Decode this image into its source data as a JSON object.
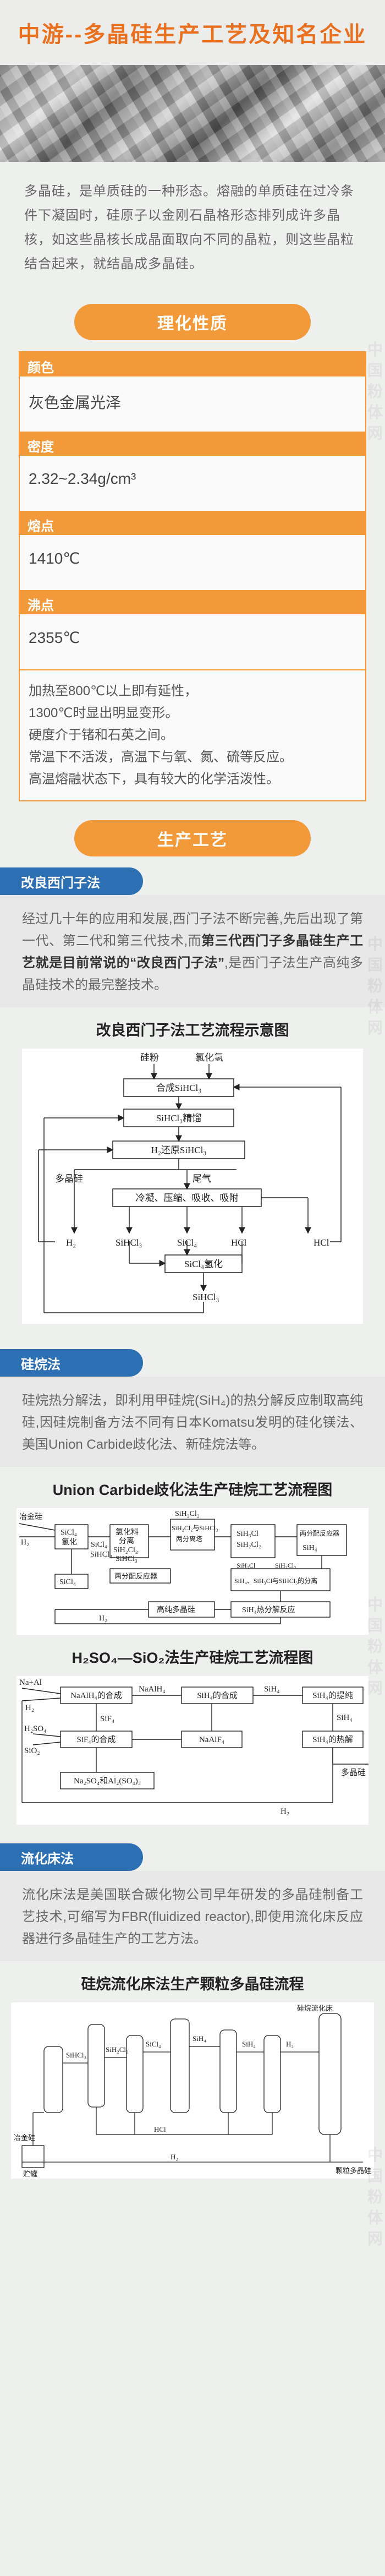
{
  "header": {
    "title": "中游--多晶硅生产工艺及知名企业"
  },
  "intro": {
    "text": "多晶硅，是单质硅的一种形态。熔融的单质硅在过冷条件下凝固时，硅原子以金刚石晶格形态排列成许多晶核，如这些晶核长成晶面取向不同的晶粒，则这些晶粒结合起来，就结晶成多晶硅。"
  },
  "props_section": {
    "title": "理化性质",
    "items": [
      {
        "label": "颜色",
        "value": "灰色金属光泽"
      },
      {
        "label": "密度",
        "value": "2.32~2.34g/cm³"
      },
      {
        "label": "熔点",
        "value": "1410℃"
      },
      {
        "label": "沸点",
        "value": "2355℃"
      }
    ],
    "note_lines": [
      "加热至800℃以上即有延性，",
      "1300℃时显出明显变形。",
      "硬度介于锗和石英之间。",
      "常温下不活泼，高温下与氧、氮、硫等反应。",
      "高温熔融状态下，具有较大的化学活泼性。"
    ]
  },
  "process_section": {
    "title": "生产工艺"
  },
  "siemens": {
    "tag": "改良西门子法",
    "text_1": "经过几十年的应用和发展,西门子法不断完善,先后出现了第一代、第二代和第三代技术,而",
    "text_bold": "第三代西门子多晶硅生产工艺就是目前常说的“改良西门子法”",
    "text_2": ",是西门子法生产高纯多晶硅技术的最完整技术。",
    "diagram_title": "改良西门子法工艺流程示意图",
    "d_labels": {
      "silicon_powder": "硅粉",
      "hcl": "氯化氢",
      "synth": "合成SiHCl₃",
      "rect": "SiHCl₃精馏",
      "h2red": "H₂还原SiHCl₃",
      "poly": "多晶硅",
      "tail": "尾气",
      "recover": "冷凝、压缩、吸收、吸附",
      "h2": "H₂",
      "sihcl3": "SiHCl₃",
      "sicl4": "SiCl₄",
      "hcl2": "HCl",
      "sicl4h": "SiCl₄氢化",
      "sihcl3b": "SiHCl₃",
      "hcl3": "HCl"
    }
  },
  "silane": {
    "tag": "硅烷法",
    "text": "硅烷热分解法，即利用甲硅烷(SiH₄)的热分解反应制取高纯硅,因硅烷制备方法不同有日本Komatsu发明的硅化镁法、美国Union Carbide歧化法、新硅烷法等。",
    "uc_title": "Union Carbide歧化法生产硅烷工艺流程图",
    "uc": {
      "met": "冶金硅",
      "h2": "H₂",
      "sicl4a": "SiCl₄",
      "hydro": "氢化",
      "sicl4b": "SiCl₄",
      "sihcl3a": "SiHCl₃",
      "sicl4c": "SiCl₄",
      "sep1a": "氯化料",
      "sep1b": "分离",
      "sep1c": "SiH₂Cl₂",
      "sep1d": "SiHCl₃",
      "top1": "SiH₂Cl₂",
      "reac": "SiH₂Cl₂与SiHCl₃",
      "reac2": "两分离塔",
      "mid": "SiH₃Cl",
      "mid2": "SiH₂Cl₂",
      "two_sep": "两分配反应器",
      "dist": "两分配反应器",
      "sih4a": "SiH₄",
      "sih4b": "SiH₃Cl",
      "sih4c": "SiH₂Cl₂",
      "pur": "SiH₄、SiH₃Cl与SiHCl₃的分离",
      "hp": "高纯多晶硅",
      "dec": "SiH₄热分解反应",
      "h2b": "H₂"
    },
    "h2so4_title": "H₂SO₄—SiO₂法生产硅烷工艺流程图",
    "hs": {
      "naal": "Na+Al",
      "h2": "H₂",
      "naalh4a": "NaAlH₄的合成",
      "naalh4b": "NaAlH₄",
      "sih4syn": "SiH₄的合成",
      "sih4": "SiH₄",
      "sih4dist": "SiH₄的提纯",
      "sif4": "SiF₄",
      "naalf4": "NaAlF₄",
      "h2so4": "H₂SO₄",
      "sio2": "SiO₂",
      "sif4syn": "SiF₄的合成",
      "sih4dec": "SiH₄的热解",
      "poly": "多晶硅",
      "byproduct": "Na₂SO₄和Al₂(SO₄)₃",
      "sih4b": "SiH₄",
      "h2b": "H₂"
    }
  },
  "fbr": {
    "tag": "流化床法",
    "text": "流化床法是美国联合碳化物公司早年研发的多晶硅制备工艺技术,可缩写为FBR(fluidized reactor),即使用流化床反应器进行多晶硅生产的工艺方法。",
    "diagram_title": "硅烷流化床法生产颗粒多晶硅流程",
    "d": {
      "sihcl3": "SiHCl₃",
      "sih2cl2": "SiH₂Cl₂",
      "sicl4": "SiCl₄",
      "sih4": "SiH₄",
      "reactor": "硅烷流化床",
      "prod": "颗粒多晶硅",
      "h2": "H₂",
      "h2b": "H₂",
      "sih4c": "SiH₄",
      "met": "冶金硅",
      "hcl": "HCl",
      "stor": "贮罐"
    }
  },
  "watermark": {
    "text": "中国粉体网"
  }
}
